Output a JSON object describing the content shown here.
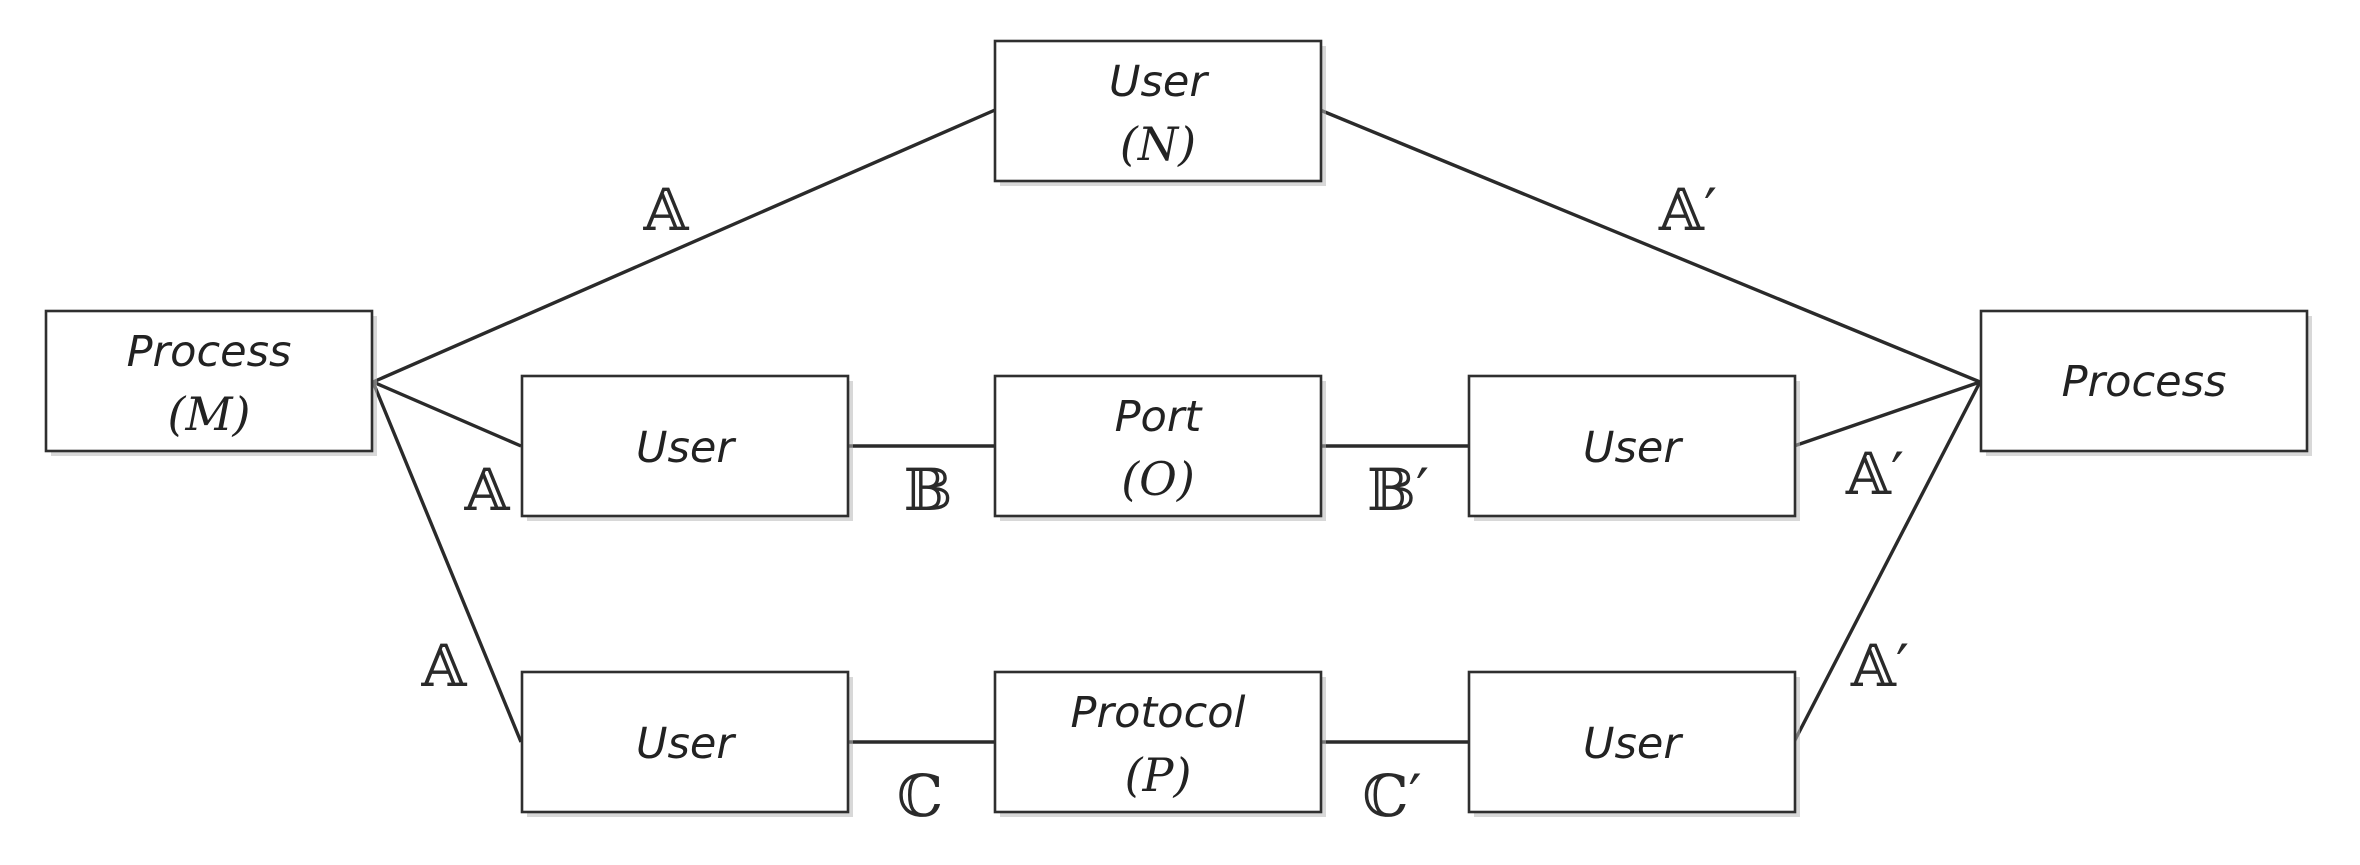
{
  "nodes": {
    "process_m": {
      "title": "Process",
      "sub": "(M)"
    },
    "user_n": {
      "title": "User",
      "sub": "(N)"
    },
    "process_out": {
      "title": "Process",
      "sub": ""
    },
    "user_b_left": {
      "title": "User",
      "sub": ""
    },
    "port_o": {
      "title": "Port",
      "sub": "(O)"
    },
    "user_b_right": {
      "title": "User",
      "sub": ""
    },
    "user_c_left": {
      "title": "User",
      "sub": ""
    },
    "protocol_p": {
      "title": "Protocol",
      "sub": "(P)"
    },
    "user_c_right": {
      "title": "User",
      "sub": ""
    }
  },
  "edge_labels": {
    "a_top": "𝔸",
    "a_prime_top": "𝔸′",
    "a_mid": "𝔸",
    "b": "𝔹",
    "b_prime": "𝔹′",
    "a_prime_mid": "𝔸′",
    "a_bottom": "𝔸",
    "c": "ℂ",
    "c_prime": "ℂ′",
    "a_prime_bottom": "𝔸′"
  }
}
